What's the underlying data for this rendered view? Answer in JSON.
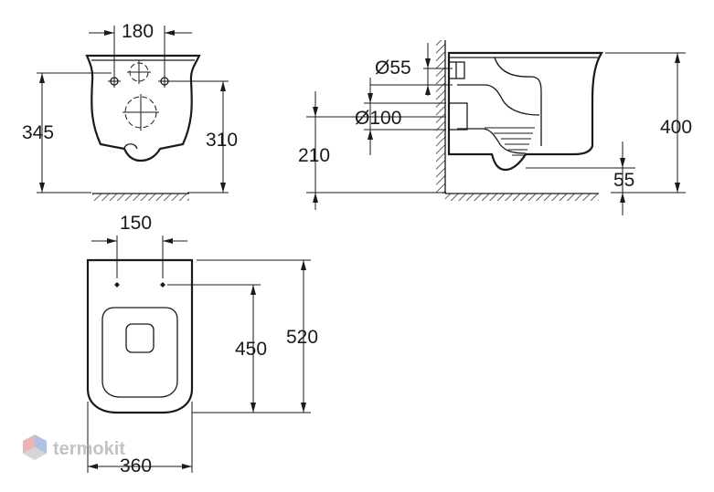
{
  "front_view": {
    "width_180": "180",
    "height_345": "345",
    "height_310": "310"
  },
  "side_view": {
    "pipe_55": "Ø55",
    "pipe_100": "Ø100",
    "height_210": "210",
    "height_400": "400",
    "depth_55": "55"
  },
  "top_view": {
    "width_150": "150",
    "length_450": "450",
    "length_520": "520",
    "width_360": "360"
  },
  "watermark": {
    "text": "termokit",
    "color": "#b9b9b9",
    "logo_colors": [
      "#e7a7ad",
      "#a6b5d9",
      "#d0d0d0"
    ]
  }
}
